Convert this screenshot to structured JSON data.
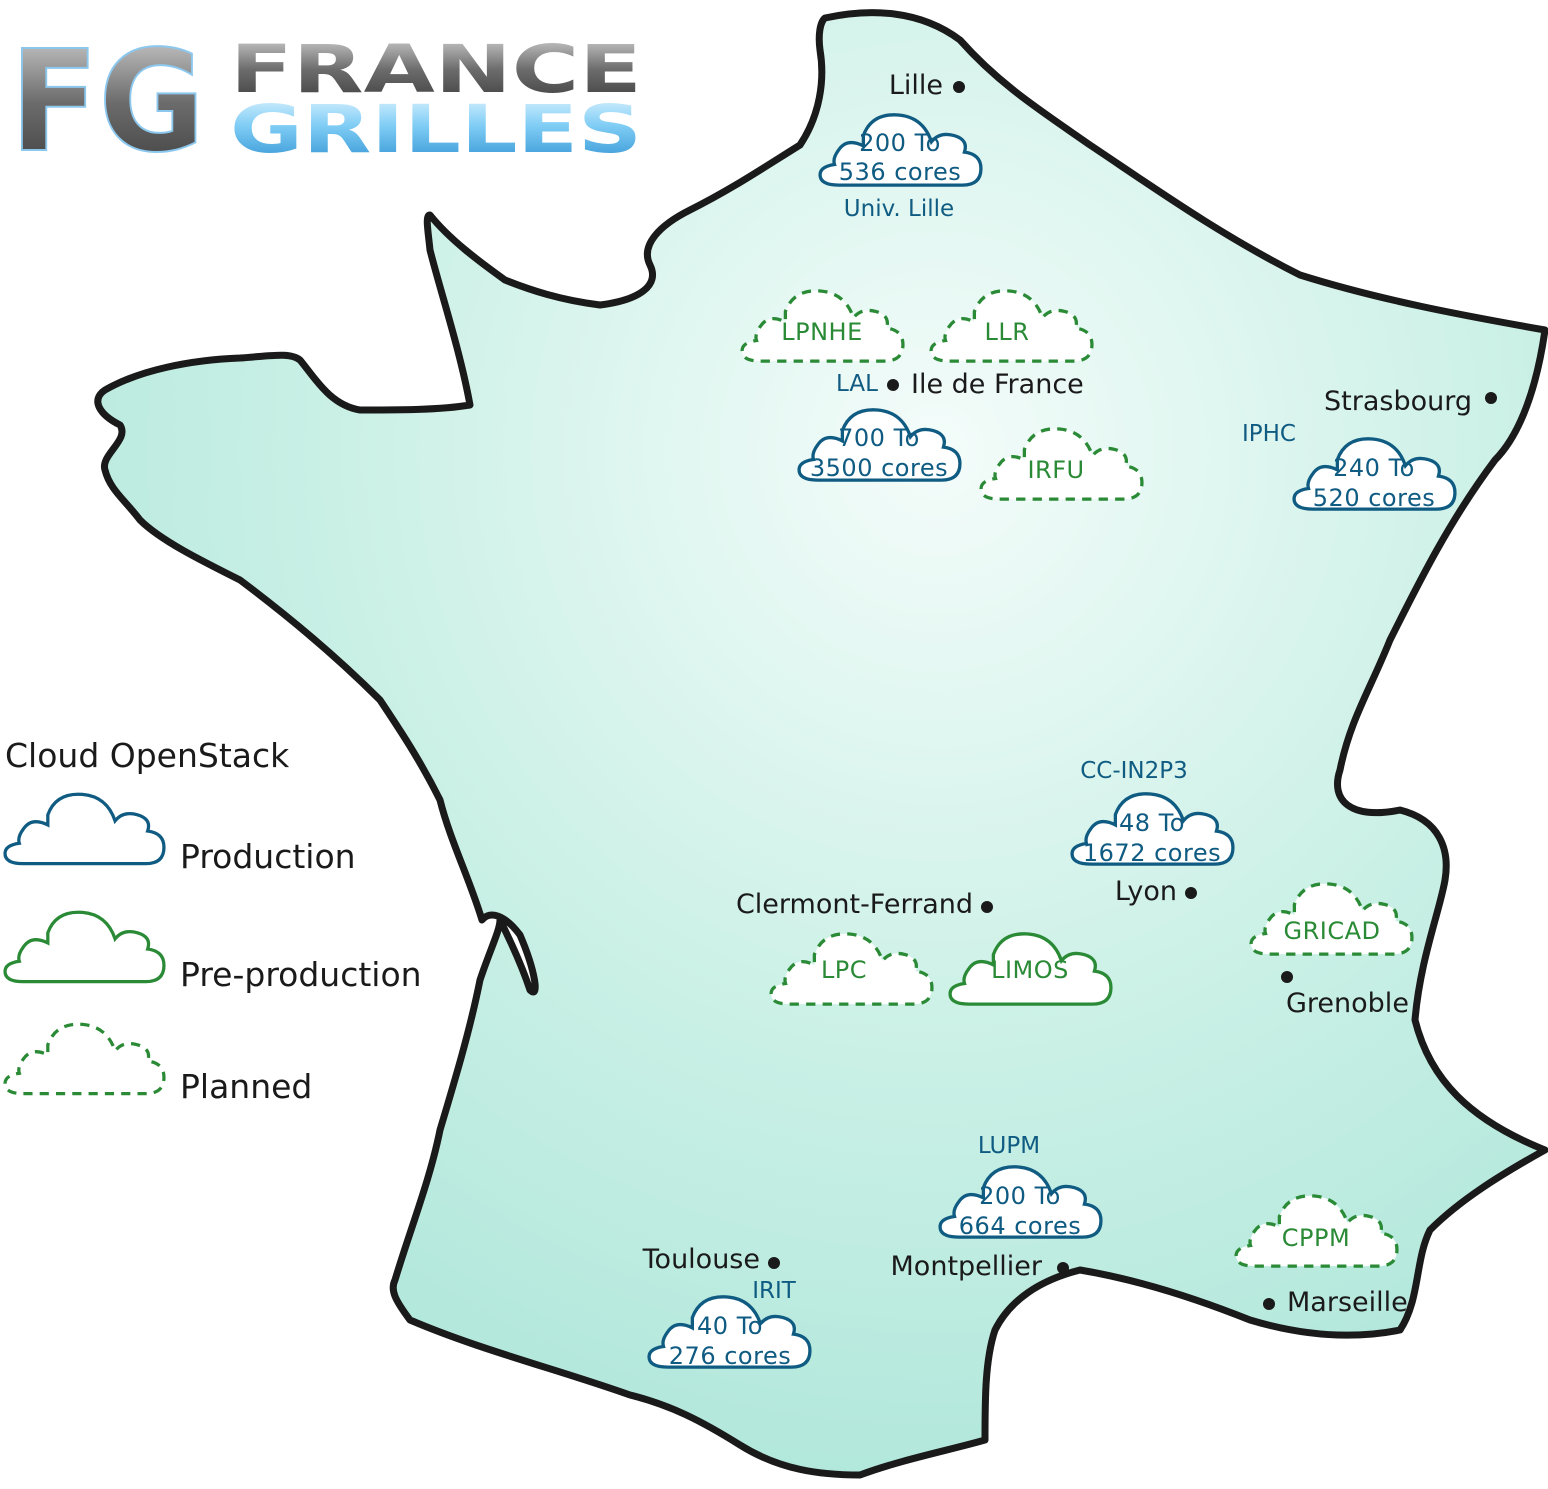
{
  "logo": {
    "monogram": "FG",
    "line1": "FRANCE",
    "line2": "GRILLES"
  },
  "legend": {
    "title": "Cloud OpenStack",
    "items": [
      {
        "label": "Production",
        "kind": "production",
        "color": "#0f5b82"
      },
      {
        "label": "Pre-production",
        "kind": "preproduction",
        "color": "#2a8a36"
      },
      {
        "label": "Planned",
        "kind": "planned",
        "color": "#2a8a36"
      }
    ]
  },
  "colors": {
    "production": "#0f5b82",
    "preproduction": "#2a8a36",
    "planned": "#2a8a36",
    "map_fill": "#bfeee3",
    "map_stroke": "#1a1a1a"
  },
  "cities": [
    {
      "name": "Lille"
    },
    {
      "name": "Ile de France"
    },
    {
      "name": "Strasbourg"
    },
    {
      "name": "Clermont-Ferrand"
    },
    {
      "name": "Lyon"
    },
    {
      "name": "Grenoble"
    },
    {
      "name": "Toulouse"
    },
    {
      "name": "Montpellier"
    },
    {
      "name": "Marseille"
    }
  ],
  "sites": {
    "lille": {
      "lab": "Univ. Lille",
      "storage": "200 To",
      "cores": "536 cores",
      "status": "production"
    },
    "lal": {
      "lab": "LAL",
      "storage": "700 To",
      "cores": "3500 cores",
      "status": "production"
    },
    "lpnhe": {
      "lab": "LPNHE",
      "status": "planned"
    },
    "llr": {
      "lab": "LLR",
      "status": "planned"
    },
    "irfu": {
      "lab": "IRFU",
      "status": "planned"
    },
    "iphc": {
      "lab": "IPHC",
      "storage": "240 To",
      "cores": "520 cores",
      "status": "production"
    },
    "ccin2p3": {
      "lab": "CC-IN2P3",
      "storage": "48 To",
      "cores": "1672 cores",
      "status": "production"
    },
    "lpc": {
      "lab": "LPC",
      "status": "planned"
    },
    "limos": {
      "lab": "LIMOS",
      "status": "preproduction"
    },
    "gricad": {
      "lab": "GRICAD",
      "status": "planned"
    },
    "lupm": {
      "lab": "LUPM",
      "storage": "200 To",
      "cores": "664 cores",
      "status": "production"
    },
    "cppm": {
      "lab": "CPPM",
      "status": "planned"
    },
    "irit": {
      "lab": "IRIT",
      "storage": "40 To",
      "cores": "276 cores",
      "status": "production"
    }
  }
}
